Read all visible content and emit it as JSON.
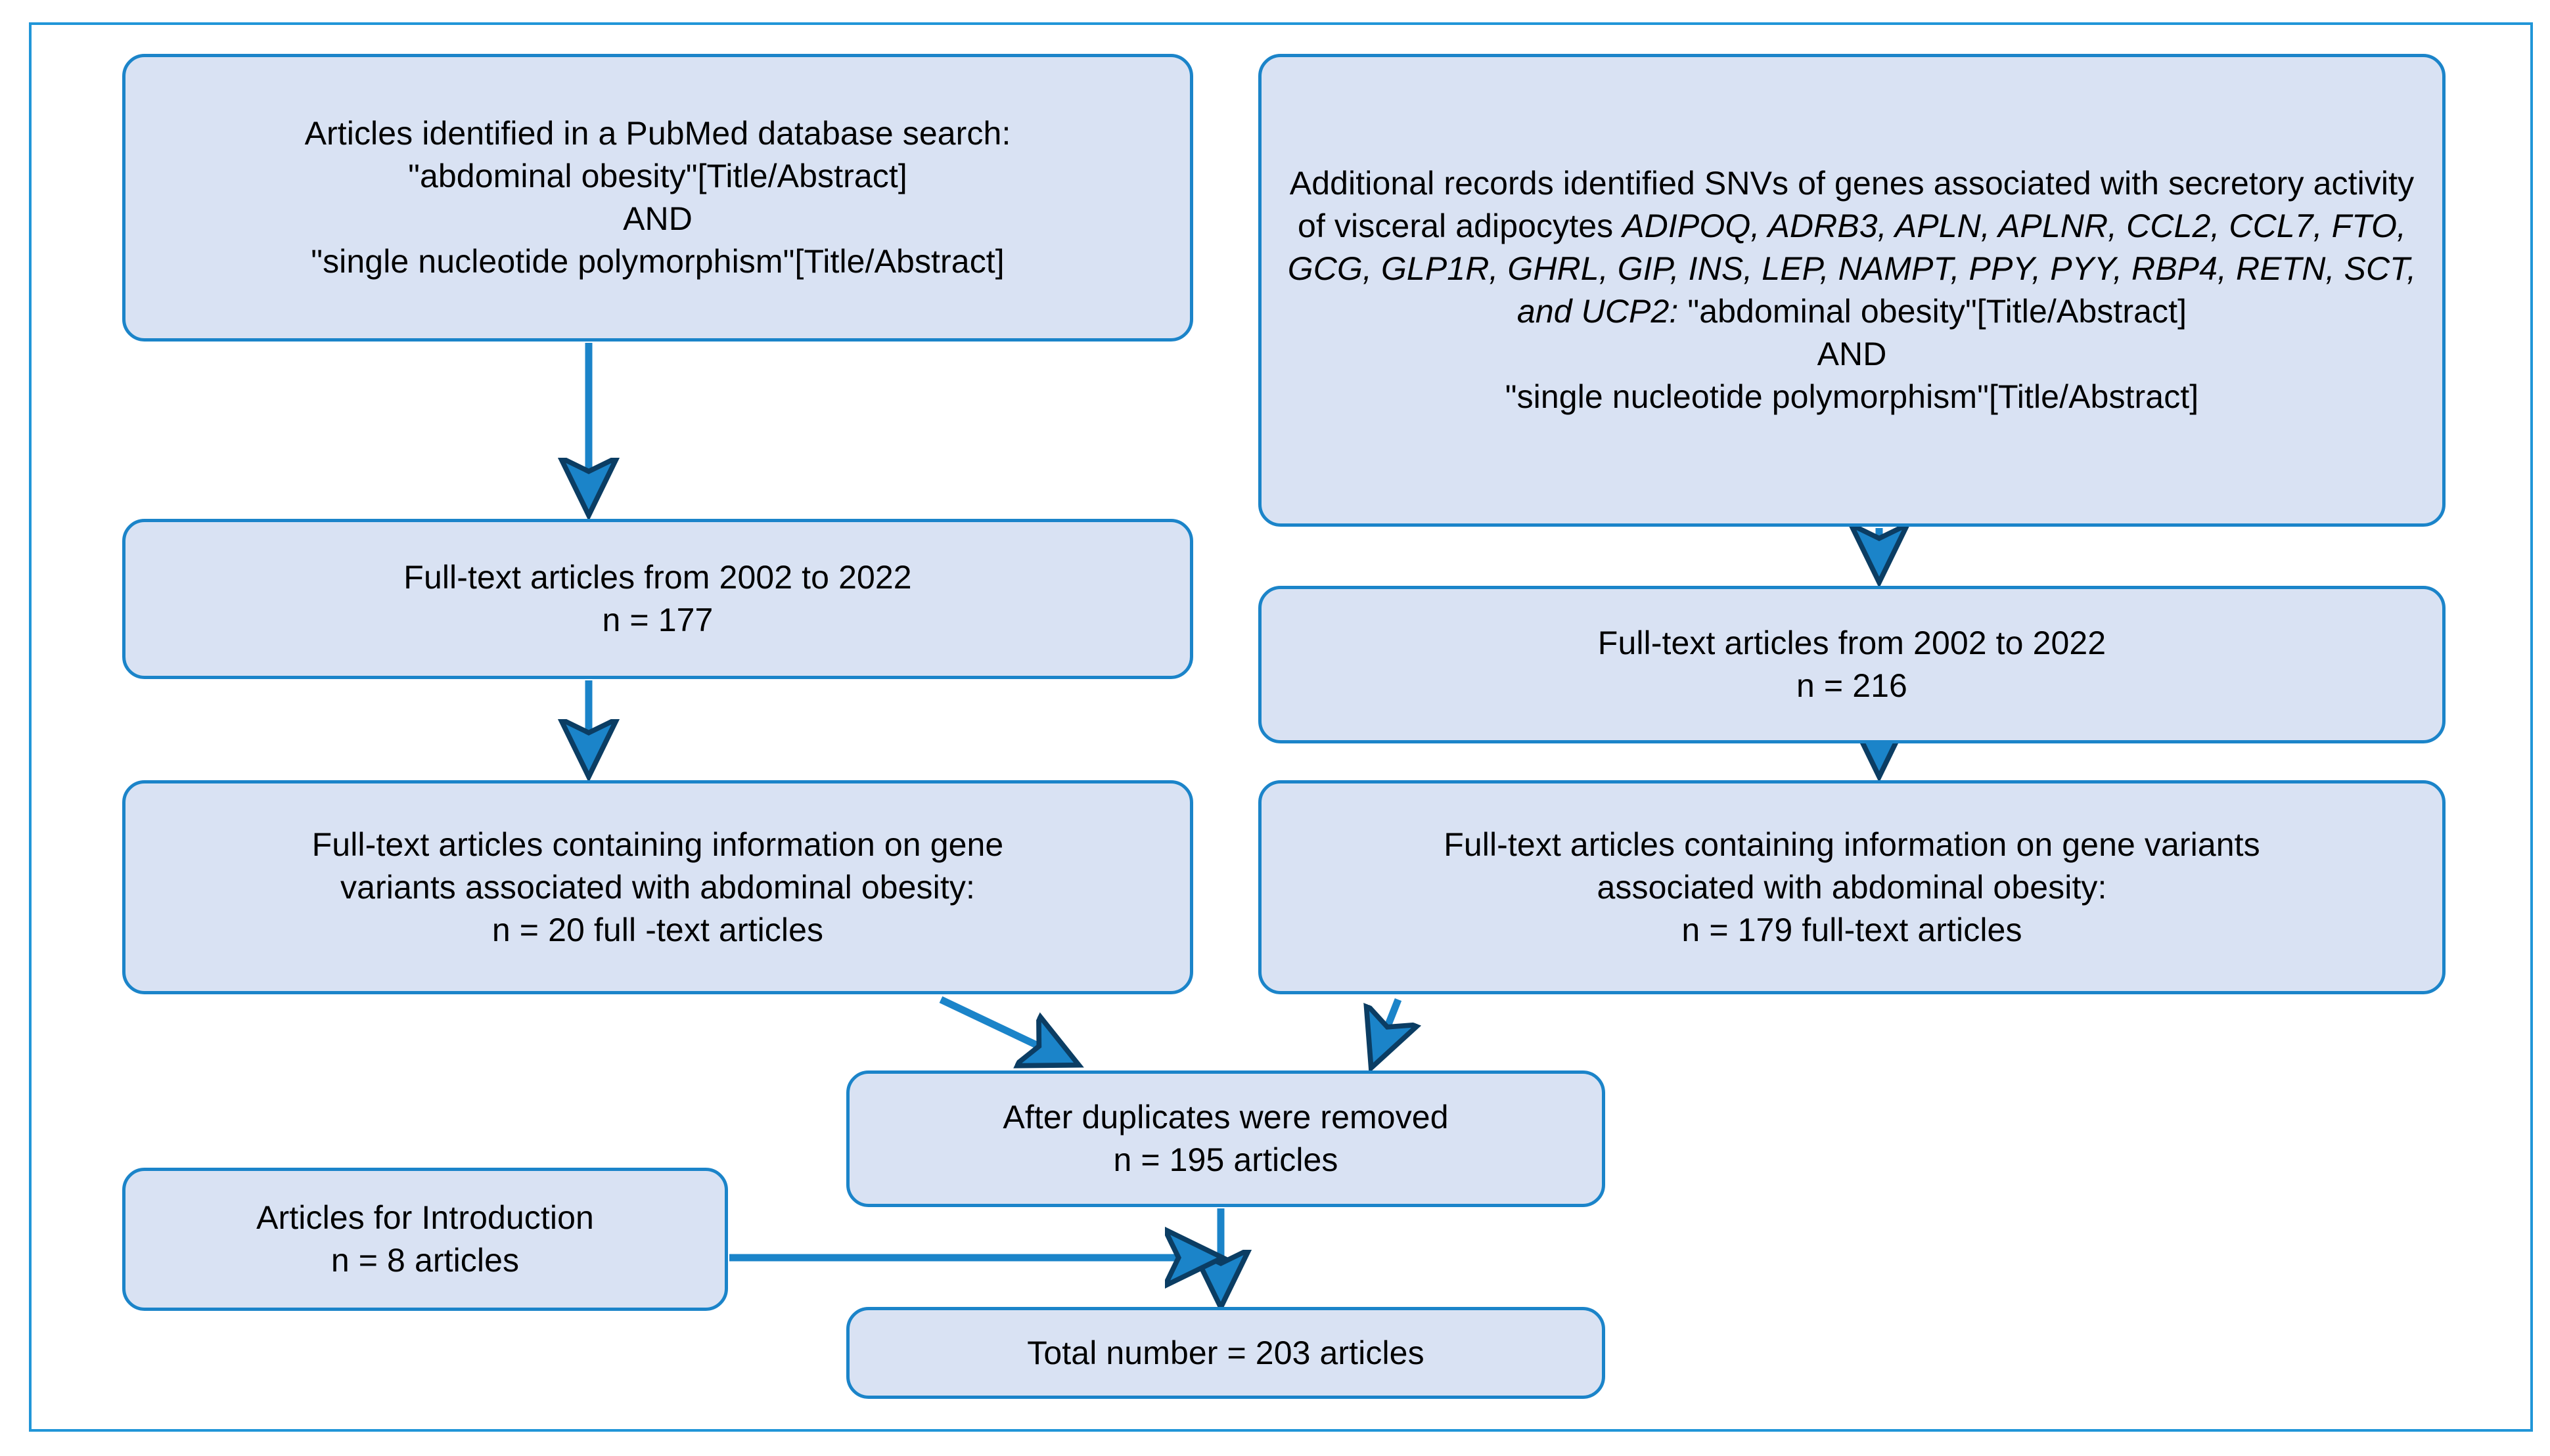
{
  "diagram": {
    "title": "PRISMA-style literature selection flow chart",
    "accent_border_color": "#1b84c9",
    "node_fill_color": "#d9e2f3",
    "frame_color": "#2196d8",
    "connector_color": "#1b84c9"
  },
  "nodes": {
    "left_search": {
      "line1": "Articles identified in a PubMed database search:",
      "line2": "\"abdominal obesity\"[Title/Abstract]",
      "line3": "AND",
      "line4": "\"single nucleotide polymorphism\"[Title/Abstract]"
    },
    "right_search": {
      "intro": "Additional records identified SNVs of genes associated with secretory activity of visceral adipocytes ",
      "genes": "ADIPOQ, ADRB3, APLN, APLNR, CCL2, CCL7, FTO, GCG, GLP1R, GHRL, GIP, INS, LEP, NAMPT, PPY, PYY, RBP4, RETN, SCT, and UCP2:",
      "query1": " \"abdominal obesity\"[Title/Abstract]",
      "query2": "AND",
      "query3": "\"single nucleotide polymorphism\"[Title/Abstract]",
      "gene_list": [
        "ADIPOQ",
        "ADRB3",
        "APLN",
        "APLNR",
        "CCL2",
        "CCL7",
        "FTO",
        "GCG",
        "GLP1R",
        "GHRL",
        "GIP",
        "INS",
        "LEP",
        "NAMPT",
        "PPY",
        "PYY",
        "RBP4",
        "RETN",
        "SCT",
        "UCP2"
      ]
    },
    "left_fulltext": {
      "line1": "Full-text articles from 2002 to 2022",
      "line2": "n = 177",
      "count": 177,
      "year_from": 2002,
      "year_to": 2022
    },
    "right_fulltext": {
      "line1": "Full-text articles from 2002 to 2022",
      "line2": "n = 216",
      "count": 216,
      "year_from": 2002,
      "year_to": 2022
    },
    "left_variants": {
      "line1": "Full-text articles containing information on gene",
      "line2": "variants associated with abdominal obesity:",
      "line3": "n = 20 full -text articles",
      "count": 20
    },
    "right_variants": {
      "line1": "Full-text articles containing information on gene variants",
      "line2": "associated with abdominal obesity:",
      "line3": "n = 179 full-text articles",
      "count": 179
    },
    "duplicates": {
      "line1": "After duplicates were removed",
      "line2": "n = 195  articles",
      "count": 195
    },
    "introduction": {
      "line1": "Articles for Introduction",
      "line2": "n = 8 articles",
      "count": 8
    },
    "total": {
      "line1": "Total number = 203 articles",
      "count": 203
    }
  },
  "chart_data": {
    "type": "diagram",
    "flow": [
      {
        "from": "left_search",
        "to": "left_fulltext",
        "kind": "arrow-down"
      },
      {
        "from": "right_search",
        "to": "right_fulltext",
        "kind": "arrow-down"
      },
      {
        "from": "left_fulltext",
        "to": "left_variants",
        "kind": "arrow-down"
      },
      {
        "from": "right_fulltext",
        "to": "right_variants",
        "kind": "arrow-down"
      },
      {
        "from": "left_variants",
        "to": "duplicates",
        "kind": "arrow-diagonal"
      },
      {
        "from": "right_variants",
        "to": "duplicates",
        "kind": "arrow-diagonal"
      },
      {
        "from": "duplicates",
        "to": "total",
        "kind": "arrow-down"
      },
      {
        "from": "introduction",
        "to": "total",
        "kind": "arrow-right"
      }
    ],
    "counts": {
      "left_fulltext": 177,
      "right_fulltext": 216,
      "left_variants": 20,
      "right_variants": 179,
      "after_duplicates": 195,
      "introduction": 8,
      "total": 203
    }
  }
}
